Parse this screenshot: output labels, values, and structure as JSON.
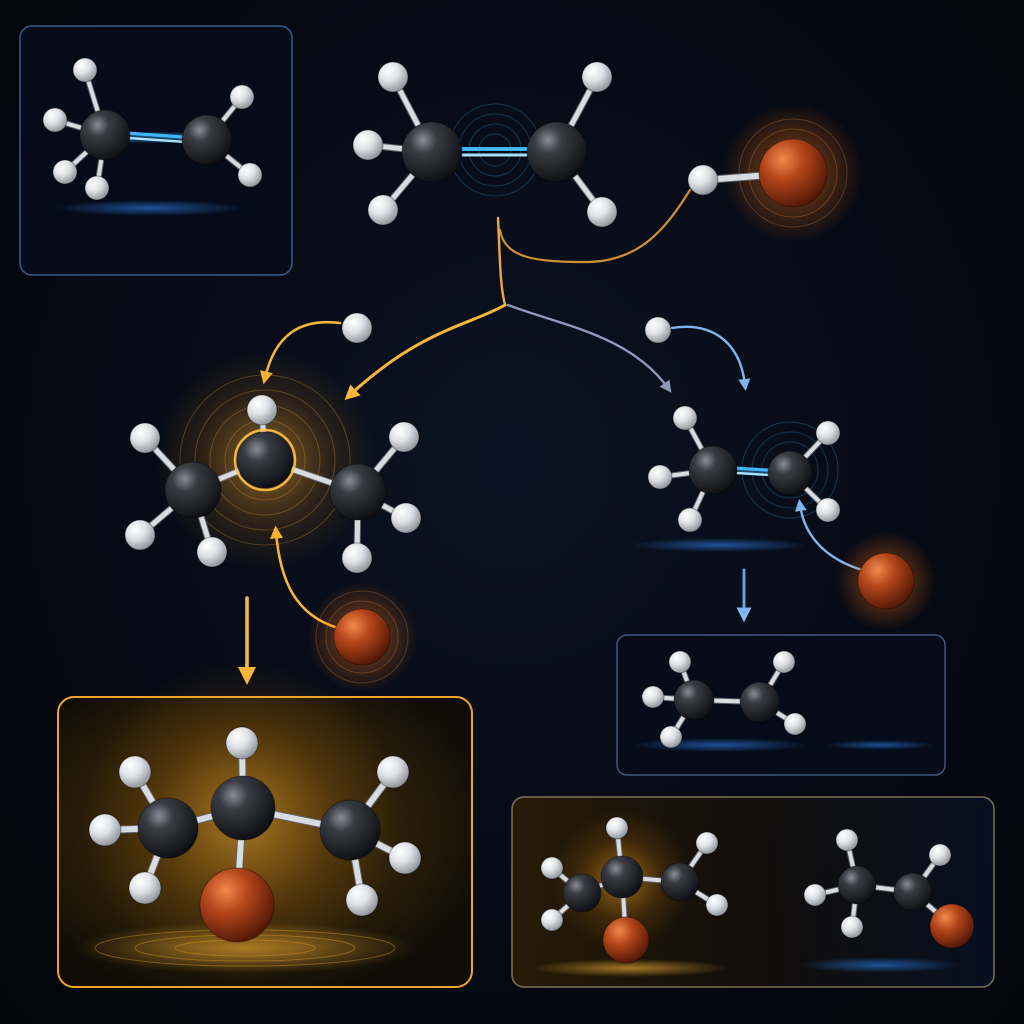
{
  "colors": {
    "background": "#05080f",
    "carbon": "#1e1f24",
    "hydrogen": "#e4e6ea",
    "bromine": "#b0471a",
    "pi_bond": "#3fb6ff",
    "markovnikov_path": "#f2ac2b",
    "anti_markovnikov_path": "#6f9fe0"
  },
  "atoms": {
    "carbon": "carbon-atom",
    "hydrogen": "hydrogen-atom",
    "bromine": "bromine-atom"
  },
  "icons": [
    "arrow-icon",
    "glow-icon"
  ]
}
